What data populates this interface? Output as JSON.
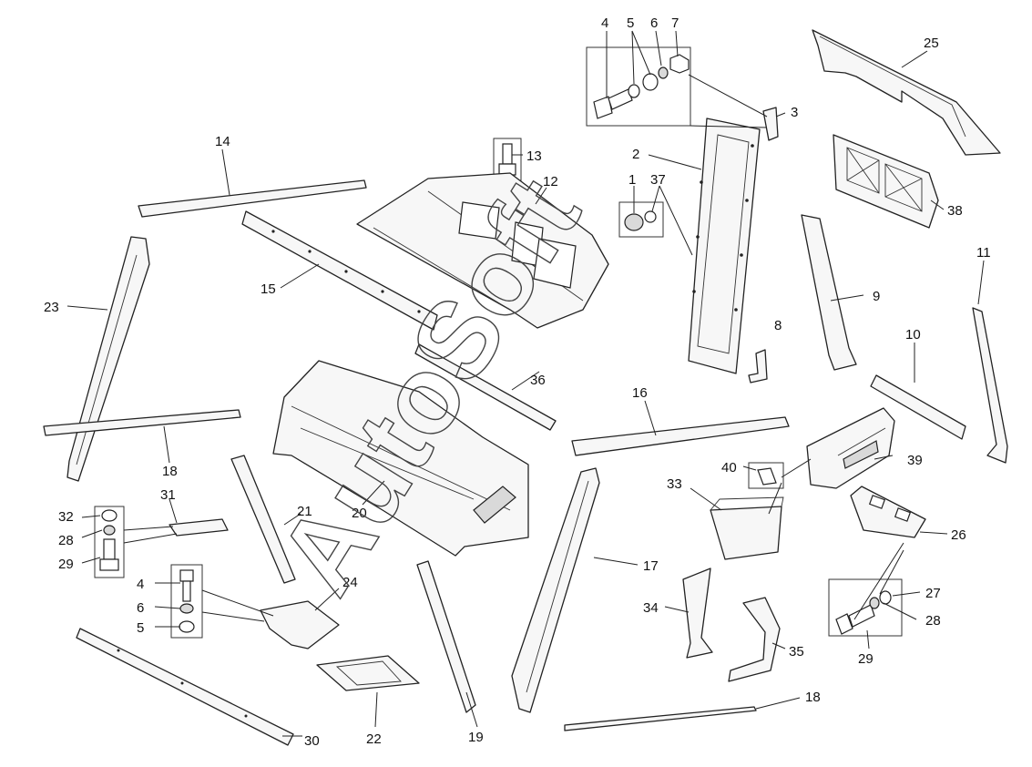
{
  "watermark": "AutoSoft",
  "callouts": {
    "c1": "1",
    "c2": "2",
    "c3": "3",
    "c4a": "4",
    "c4b": "4",
    "c5a": "5",
    "c5b": "5",
    "c6a": "6",
    "c6b": "6",
    "c7": "7",
    "c8": "8",
    "c9": "9",
    "c10": "10",
    "c11": "11",
    "c12": "12",
    "c13": "13",
    "c14": "14",
    "c15": "15",
    "c16": "16",
    "c17": "17",
    "c18a": "18",
    "c18b": "18",
    "c19": "19",
    "c20": "20",
    "c21": "21",
    "c22": "22",
    "c23": "23",
    "c24": "24",
    "c25": "25",
    "c26": "26",
    "c27": "27",
    "c28a": "28",
    "c28b": "28",
    "c29a": "29",
    "c29b": "29",
    "c30": "30",
    "c31": "31",
    "c32": "32",
    "c33": "33",
    "c34": "34",
    "c35": "35",
    "c36": "36",
    "c37": "37",
    "c38": "38",
    "c39": "39",
    "c40": "40"
  }
}
